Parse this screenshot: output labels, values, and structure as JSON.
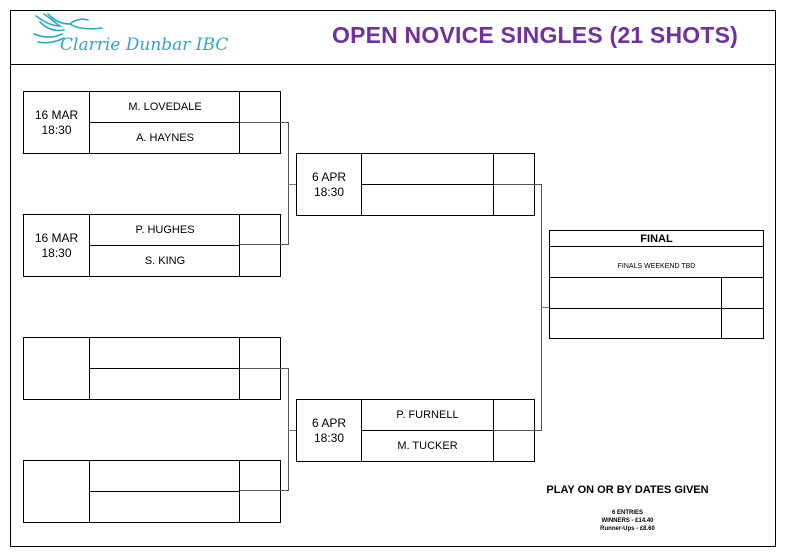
{
  "header": {
    "logo_text": "Clarrie Dunbar IBC",
    "title": "OPEN NOVICE SINGLES (21 SHOTS)"
  },
  "round1": [
    {
      "date": "16 MAR",
      "time": "18:30",
      "player1": "M. LOVEDALE",
      "player2": "A. HAYNES"
    },
    {
      "date": "16 MAR",
      "time": "18:30",
      "player1": "P. HUGHES",
      "player2": "S. KING"
    },
    {
      "date": "",
      "time": "",
      "player1": "",
      "player2": ""
    },
    {
      "date": "",
      "time": "",
      "player1": "",
      "player2": ""
    }
  ],
  "round2": [
    {
      "date": "6 APR",
      "time": "18:30",
      "player1": "",
      "player2": ""
    },
    {
      "date": "6 APR",
      "time": "18:30",
      "player1": "P. FURNELL",
      "player2": "M. TUCKER"
    }
  ],
  "final": {
    "label": "FINAL",
    "subtitle": "FINALS WEEKEND TBD",
    "player1": "",
    "player2": ""
  },
  "footer": {
    "instruction": "PLAY ON OR BY DATES GIVEN",
    "entries": "6 ENTRIES",
    "winners": "WINNERS - £14.40",
    "runner_up": "Runner-Ups - £8.60"
  },
  "colors": {
    "title": "#7030a0",
    "logo": "#2aa7c9"
  }
}
